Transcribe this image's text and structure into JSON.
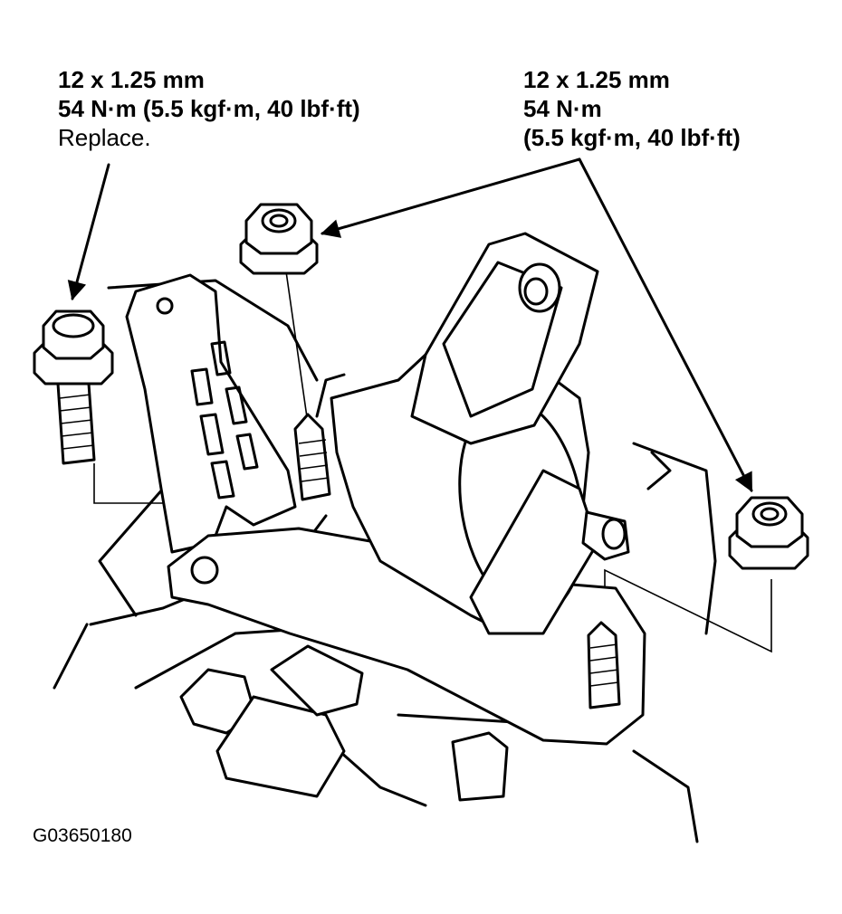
{
  "callouts": {
    "left": {
      "size": "12 x 1.25 mm",
      "torque": "54 N·m (5.5 kgf·m, 40 lbf·ft)",
      "note": "Replace."
    },
    "right": {
      "size": "12 x 1.25 mm",
      "torque": "54 N·m",
      "torque_alt": "(5.5 kgf·m, 40 lbf·ft)"
    }
  },
  "figure_id": "G03650180",
  "icons": {
    "bolt": "flange-bolt-icon",
    "nut": "flange-nut-icon",
    "mount": "engine-mount-icon"
  }
}
